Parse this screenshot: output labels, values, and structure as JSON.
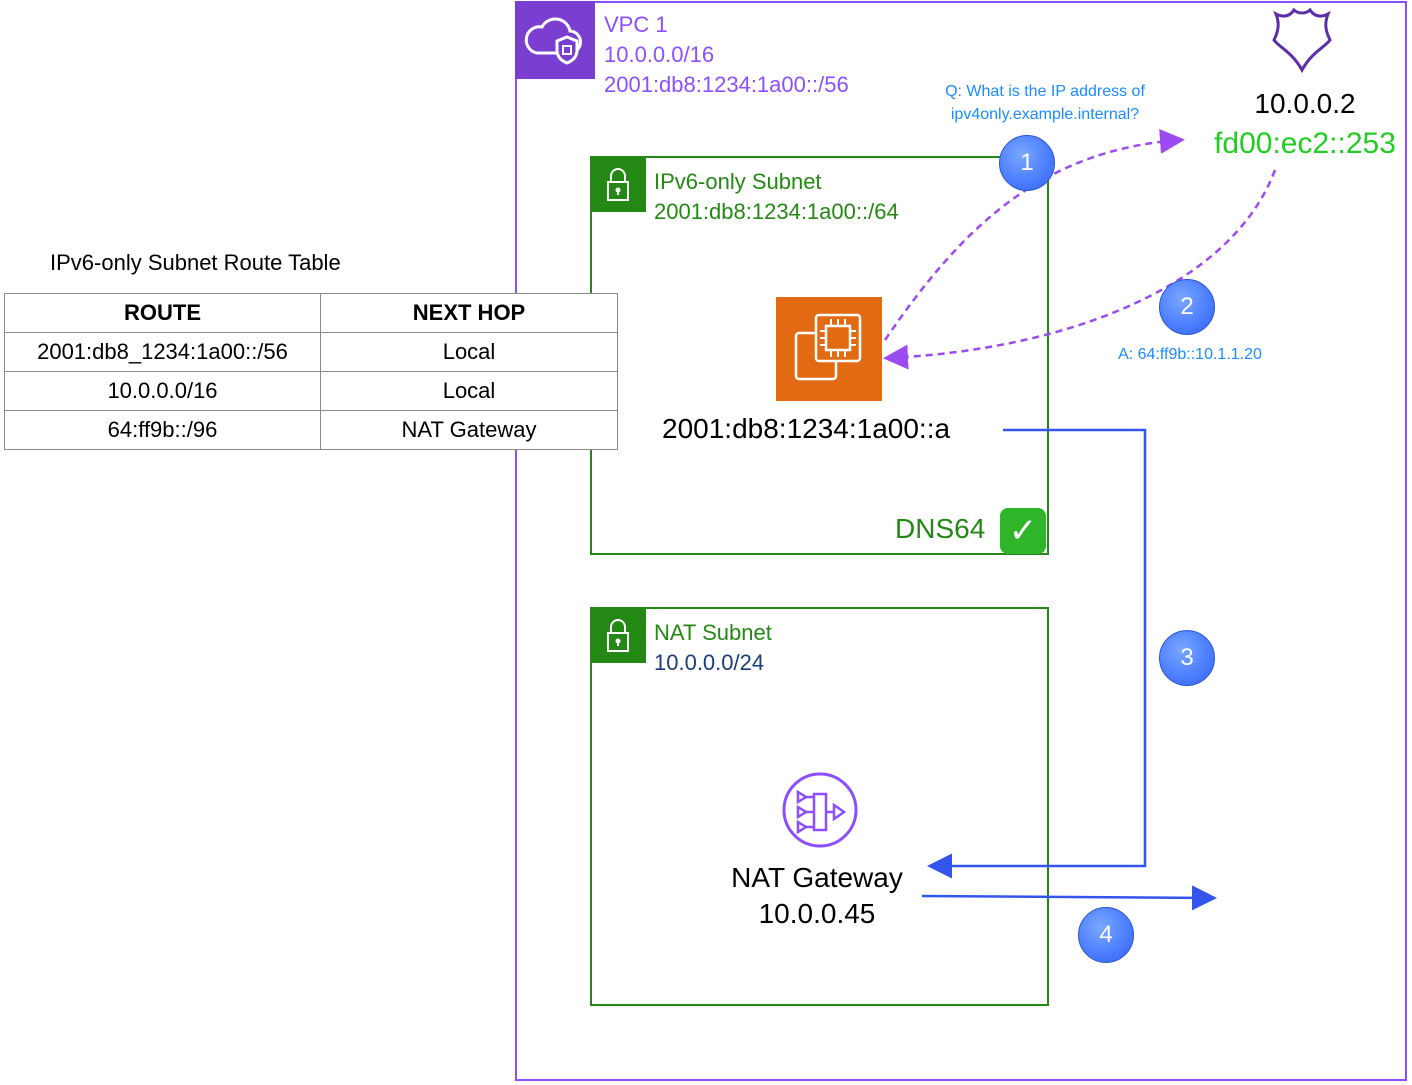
{
  "vpc": {
    "name": "VPC 1",
    "ipv4_cidr": "10.0.0.0/16",
    "ipv6_cidr": "2001:db8:1234:1a00::/56"
  },
  "dns_resolver": {
    "ipv4": "10.0.0.2",
    "ipv6": "fd00:ec2::253",
    "icon": "route53-resolver-shield-icon"
  },
  "ipv6_subnet": {
    "name": "IPv6-only Subnet",
    "cidr": "2001:db8:1234:1a00::/64",
    "instance_address": "2001:db8:1234:1a00::a",
    "dns64_label": "DNS64",
    "dns64_check": "✓"
  },
  "nat_subnet": {
    "name": "NAT Subnet",
    "cidr": "10.0.0.0/24",
    "gateway_name": "NAT Gateway",
    "gateway_ip": "10.0.0.45"
  },
  "dns_query": {
    "question_line1": "Q: What is the IP address of",
    "question_line2": "ipv4only.example.internal?",
    "answer": "A: 64:ff9b::10.1.1.20"
  },
  "steps": [
    "1",
    "2",
    "3",
    "4"
  ],
  "route_table": {
    "title": "IPv6-only Subnet Route Table",
    "headers": [
      "ROUTE",
      "NEXT HOP"
    ],
    "rows": [
      [
        "2001:db8_1234:1a00::/56",
        "Local"
      ],
      [
        "10.0.0.0/16",
        "Local"
      ],
      [
        "64:ff9b::/96",
        "NAT Gateway"
      ]
    ]
  },
  "colors": {
    "vpc": "#8c4fff",
    "subnet": "#248814",
    "ec2": "#e16a12",
    "flow_arrow": "#3355ee",
    "dns_arrow": "#9b4bf0",
    "ipv6_green": "#22cc22"
  }
}
